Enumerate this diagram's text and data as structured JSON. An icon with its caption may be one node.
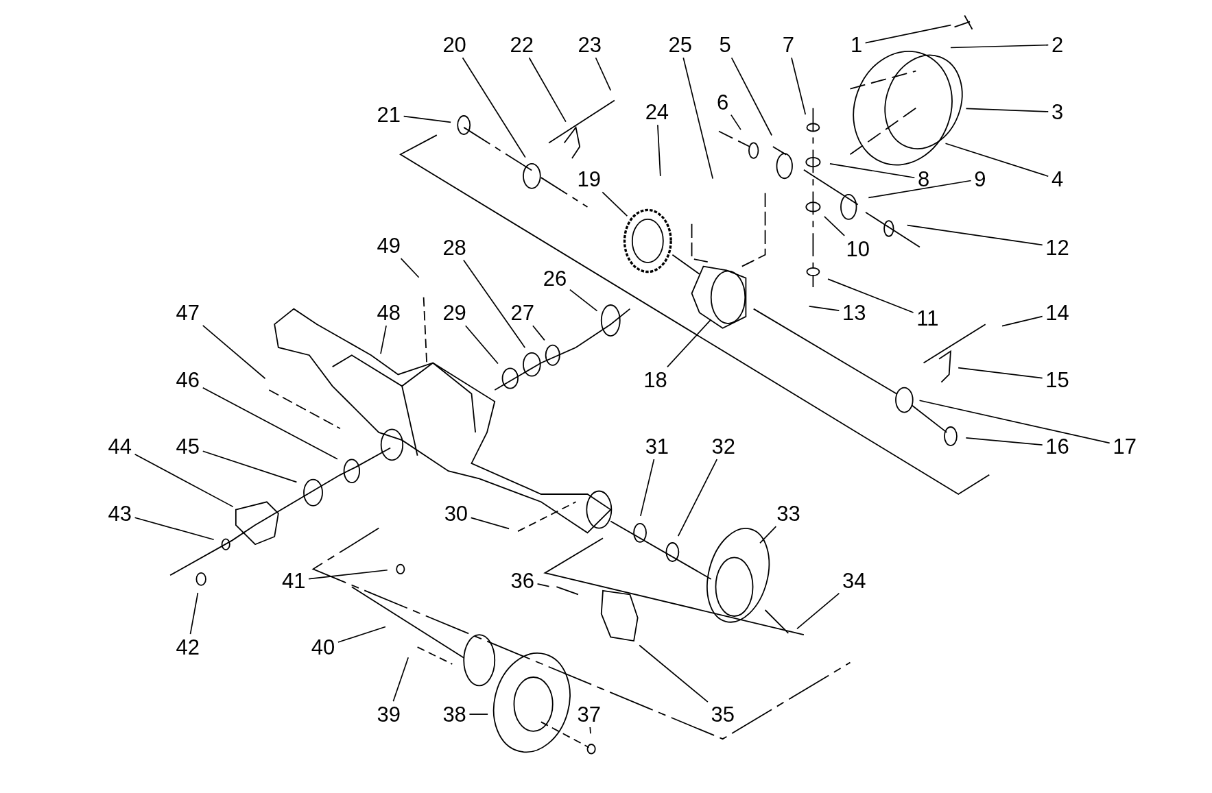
{
  "diagram": {
    "nodes": [
      {
        "text": [
          "1"
        ]
      },
      {
        "text": [
          "2"
        ]
      },
      {
        "text": [
          "3"
        ]
      },
      {
        "text": [
          "4"
        ]
      },
      {
        "text": [
          "5"
        ]
      },
      {
        "text": [
          "6"
        ]
      },
      {
        "text": [
          "7"
        ]
      },
      {
        "text": [
          "8"
        ]
      },
      {
        "text": [
          "9"
        ]
      },
      {
        "text": [
          "10"
        ]
      },
      {
        "text": [
          "11"
        ]
      },
      {
        "text": [
          "12"
        ]
      },
      {
        "text": [
          "13"
        ]
      },
      {
        "text": [
          "14"
        ]
      },
      {
        "text": [
          "15"
        ]
      },
      {
        "text": [
          "16"
        ]
      },
      {
        "text": [
          "17"
        ]
      },
      {
        "text": [
          "18"
        ]
      },
      {
        "text": [
          "19"
        ]
      },
      {
        "text": [
          "20"
        ]
      },
      {
        "text": [
          "21"
        ]
      },
      {
        "text": [
          "22"
        ]
      },
      {
        "text": [
          "23"
        ]
      },
      {
        "text": [
          "24"
        ]
      },
      {
        "text": [
          "25"
        ]
      },
      {
        "text": [
          "26"
        ]
      },
      {
        "text": [
          "27"
        ]
      },
      {
        "text": [
          "28"
        ]
      },
      {
        "text": [
          "29"
        ]
      },
      {
        "text": [
          "30"
        ]
      },
      {
        "text": [
          "31"
        ]
      },
      {
        "text": [
          "32"
        ]
      },
      {
        "text": [
          "33"
        ]
      },
      {
        "text": [
          "34"
        ]
      },
      {
        "text": [
          "35"
        ]
      },
      {
        "text": [
          "36"
        ]
      },
      {
        "text": [
          "37"
        ]
      },
      {
        "text": [
          "38"
        ]
      },
      {
        "text": [
          "39"
        ]
      },
      {
        "text": [
          "40"
        ]
      },
      {
        "text": [
          "41"
        ]
      },
      {
        "text": [
          "42"
        ]
      },
      {
        "text": [
          "43"
        ]
      },
      {
        "text": [
          "44"
        ]
      },
      {
        "text": [
          "45"
        ]
      },
      {
        "text": [
          "46"
        ]
      },
      {
        "text": [
          "47"
        ]
      },
      {
        "text": [
          "48"
        ]
      },
      {
        "text": [
          "49"
        ]
      }
    ],
    "edges": [
      {
        "from": 0,
        "to": null,
        "arrow": "none"
      },
      {
        "from": 1,
        "to": null,
        "arrow": "none"
      },
      {
        "from": 2,
        "to": null,
        "arrow": "none"
      },
      {
        "from": 3,
        "to": null,
        "arrow": "none"
      },
      {
        "from": 4,
        "to": null,
        "arrow": "none"
      },
      {
        "from": 5,
        "to": null,
        "arrow": "none"
      },
      {
        "from": 6,
        "to": null,
        "arrow": "none"
      },
      {
        "from": 7,
        "to": null,
        "arrow": "none"
      },
      {
        "from": 8,
        "to": null,
        "arrow": "none"
      },
      {
        "from": 9,
        "to": null,
        "arrow": "none"
      },
      {
        "from": 10,
        "to": null,
        "arrow": "none"
      },
      {
        "from": 11,
        "to": null,
        "arrow": "none"
      },
      {
        "from": 12,
        "to": null,
        "arrow": "none"
      },
      {
        "from": 13,
        "to": null,
        "arrow": "none"
      },
      {
        "from": 14,
        "to": null,
        "arrow": "none"
      },
      {
        "from": 15,
        "to": null,
        "arrow": "none"
      },
      {
        "from": 16,
        "to": null,
        "arrow": "none"
      },
      {
        "from": 17,
        "to": null,
        "arrow": "none"
      },
      {
        "from": 18,
        "to": null,
        "arrow": "none"
      },
      {
        "from": 19,
        "to": null,
        "arrow": "none"
      },
      {
        "from": 20,
        "to": null,
        "arrow": "none"
      },
      {
        "from": 21,
        "to": null,
        "arrow": "none"
      },
      {
        "from": 22,
        "to": null,
        "arrow": "none"
      },
      {
        "from": 23,
        "to": null,
        "arrow": "none"
      },
      {
        "from": 24,
        "to": null,
        "arrow": "none"
      },
      {
        "from": 25,
        "to": null,
        "arrow": "none"
      },
      {
        "from": 26,
        "to": null,
        "arrow": "none"
      },
      {
        "from": 27,
        "to": null,
        "arrow": "none"
      },
      {
        "from": 28,
        "to": null,
        "arrow": "none"
      },
      {
        "from": 29,
        "to": null,
        "arrow": "none"
      },
      {
        "from": 30,
        "to": null,
        "arrow": "none"
      },
      {
        "from": 31,
        "to": null,
        "arrow": "none"
      },
      {
        "from": 32,
        "to": null,
        "arrow": "none"
      },
      {
        "from": 33,
        "to": null,
        "arrow": "none"
      },
      {
        "from": 34,
        "to": null,
        "arrow": "none"
      },
      {
        "from": 35,
        "to": null,
        "arrow": "none"
      },
      {
        "from": 36,
        "to": null,
        "arrow": "none"
      },
      {
        "from": 37,
        "to": null,
        "arrow": "none"
      },
      {
        "from": 38,
        "to": null,
        "arrow": "none"
      },
      {
        "from": 39,
        "to": null,
        "arrow": "none"
      },
      {
        "from": 40,
        "to": null,
        "arrow": "none"
      },
      {
        "from": 41,
        "to": null,
        "arrow": "none"
      },
      {
        "from": 42,
        "to": null,
        "arrow": "none"
      },
      {
        "from": 43,
        "to": null,
        "arrow": "none"
      },
      {
        "from": 44,
        "to": null,
        "arrow": "none"
      },
      {
        "from": 45,
        "to": null,
        "arrow": "none"
      },
      {
        "from": 46,
        "to": null,
        "arrow": "none"
      },
      {
        "from": 47,
        "to": null,
        "arrow": "none"
      },
      {
        "from": 48,
        "to": null,
        "arrow": "none"
      }
    ]
  }
}
